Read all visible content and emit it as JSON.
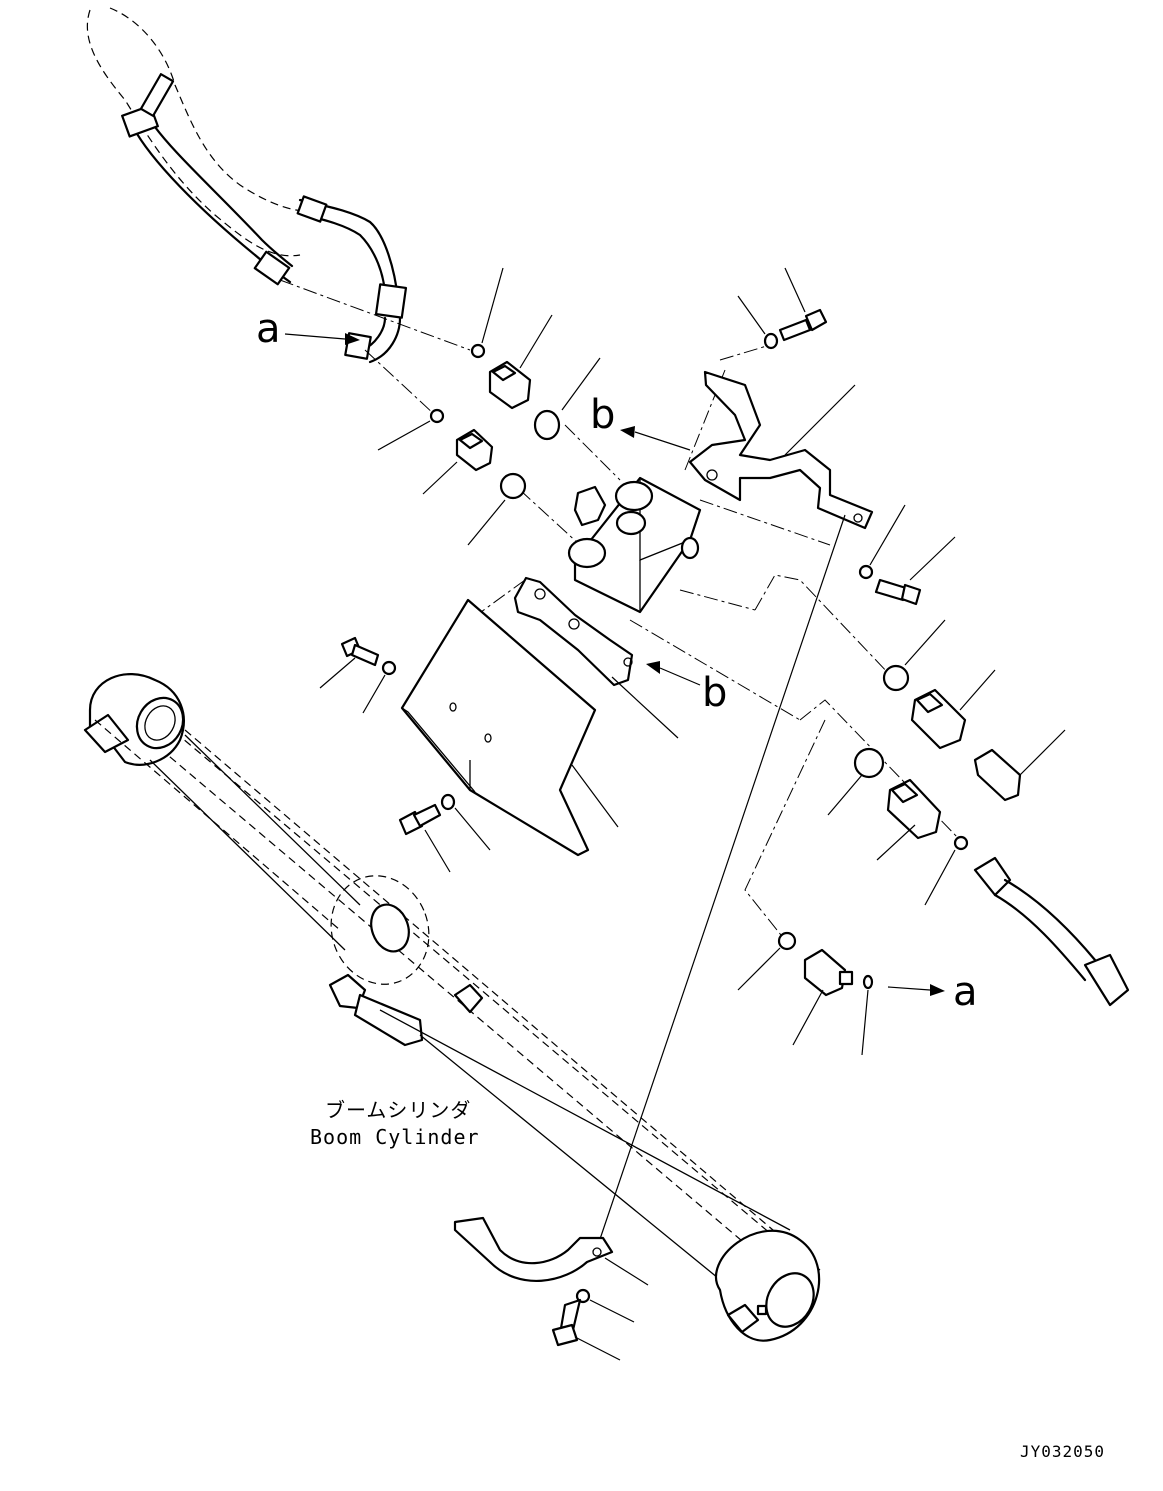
{
  "callouts": {
    "a_left": "a",
    "a_right": "a",
    "b_top": "b",
    "b_bottom": "b"
  },
  "caption": {
    "japanese": "ブームシリンダ",
    "english": "Boom Cylinder"
  },
  "drawing_code": "JY032050"
}
